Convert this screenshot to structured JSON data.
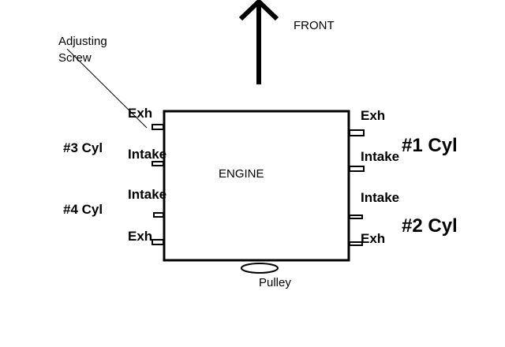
{
  "diagram": {
    "front_label": "FRONT",
    "engine_label": "ENGINE",
    "pulley_label": "Pulley",
    "adjusting_screw_label_line1": "Adjusting",
    "adjusting_screw_label_line2": "Screw",
    "left_side": {
      "cylinders": [
        "#3 Cyl",
        "#4 Cyl"
      ],
      "valves": [
        "Exh",
        "Intake",
        "Intake",
        "Exh"
      ]
    },
    "right_side": {
      "cylinders": [
        "#1 Cyl",
        "#2 Cyl"
      ],
      "valves": [
        "Exh",
        "Intake",
        "Intake",
        "Exh"
      ]
    },
    "colors": {
      "line": "#000000",
      "background": "#ffffff"
    }
  }
}
